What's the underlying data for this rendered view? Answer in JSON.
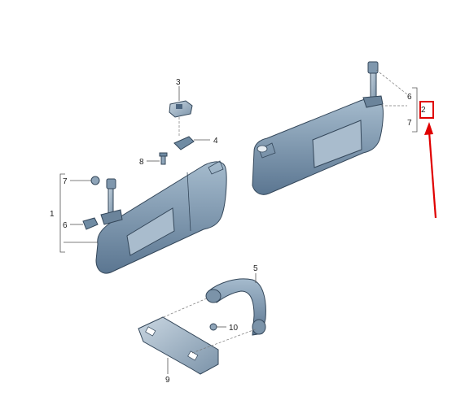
{
  "callouts": {
    "c1": "1",
    "c2": "2",
    "c3": "3",
    "c4": "4",
    "c5": "5",
    "c6_left": "6",
    "c6_right": "6",
    "c7_left": "7",
    "c7_right": "7",
    "c8": "8",
    "c9": "9",
    "c10": "10"
  },
  "colors": {
    "part_fill": "#6f8ba3",
    "part_dark": "#4d6680",
    "part_light": "#9fb6c9",
    "mirror_fill": "#a9bccd",
    "highlight_box": "#e00000",
    "arrow": "#e00000"
  }
}
